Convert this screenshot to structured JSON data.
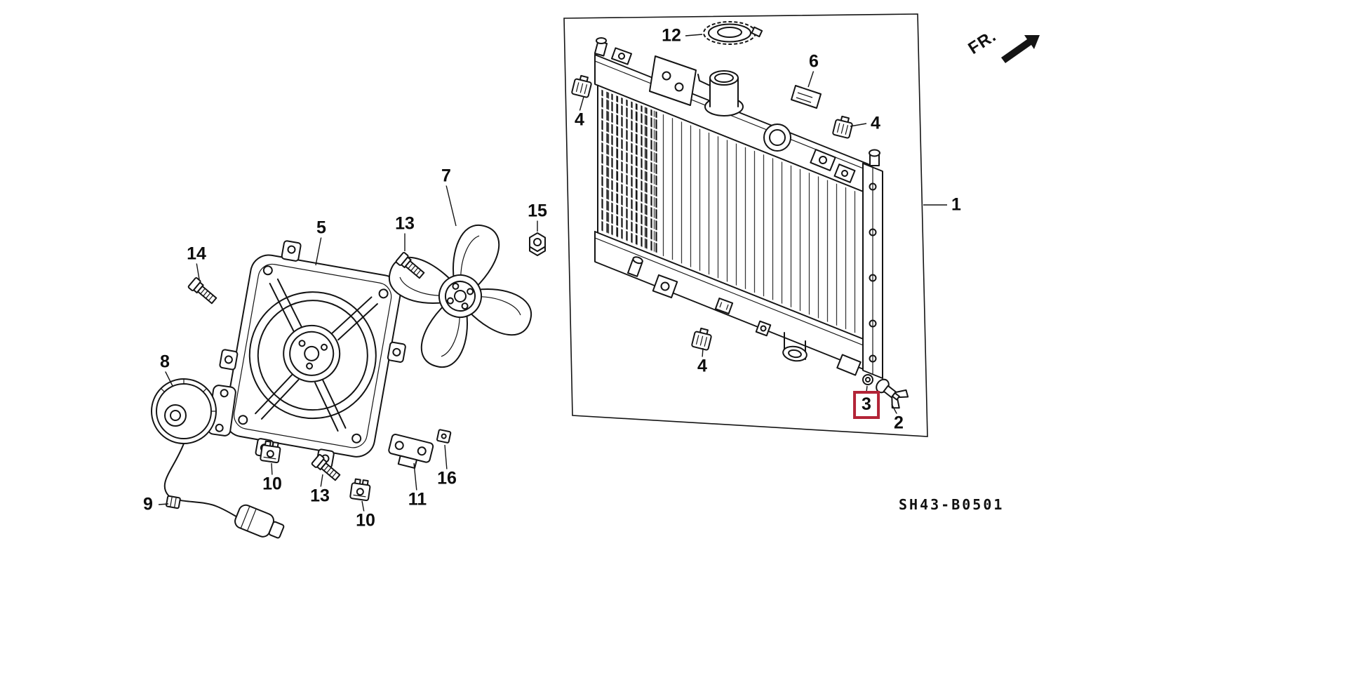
{
  "diagram": {
    "fr_label": "FR.",
    "drawing_code": "SH43-B0501",
    "highlighted_callout": "3",
    "highlight_color": "#b32437",
    "callouts": {
      "c1": "1",
      "c2": "2",
      "c3": "3",
      "c4a": "4",
      "c4b": "4",
      "c4c": "4",
      "c5": "5",
      "c6": "6",
      "c7": "7",
      "c8": "8",
      "c9": "9",
      "c10a": "10",
      "c10b": "10",
      "c11": "11",
      "c12": "12",
      "c13a": "13",
      "c13b": "13",
      "c14": "14",
      "c15": "15",
      "c16": "16"
    }
  }
}
